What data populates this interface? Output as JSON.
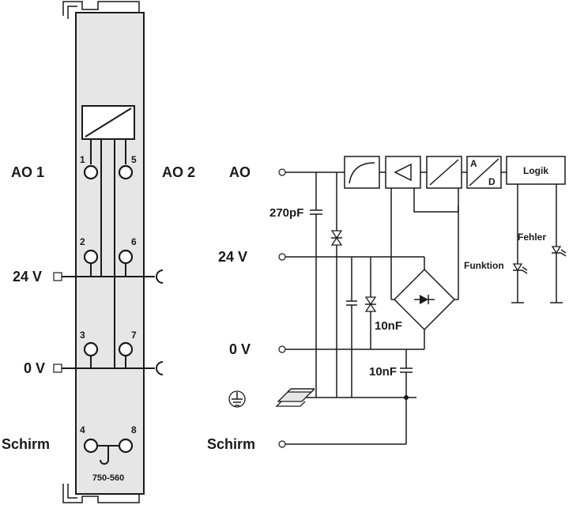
{
  "module": {
    "part_number": "750-560",
    "left_labels": {
      "ao1": "AO 1",
      "ao2": "AO 2",
      "v24": "24 V",
      "v0": "0 V",
      "shield": "Schirm"
    },
    "terminal_numbers": [
      "1",
      "2",
      "3",
      "4",
      "5",
      "6",
      "7",
      "8"
    ]
  },
  "schematic": {
    "labels": {
      "ao": "AO",
      "v24": "24 V",
      "v0": "0 V",
      "shield": "Schirm"
    },
    "components": {
      "cap_ao": "270pF",
      "cap_bridge": "10nF",
      "cap_ground": "10nF",
      "logic": "Logik",
      "adc_a": "A",
      "adc_d": "D",
      "led_function": "Funktion",
      "led_error": "Fehler"
    }
  }
}
